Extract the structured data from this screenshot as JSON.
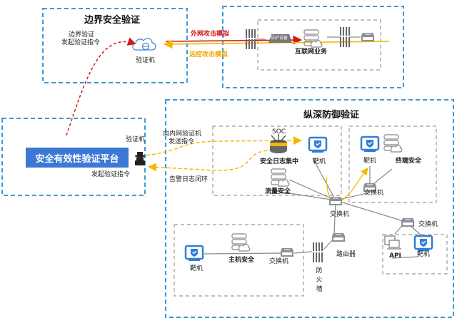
{
  "sections": {
    "border": {
      "title": "边界安全验证",
      "instruction_line1": "边界验证",
      "instruction_line2": "发起验证指令",
      "verifier_label": "验证机"
    },
    "internet": {
      "external_attack": "外网攻击模拟",
      "remote_attack": "远控攻击模拟",
      "protection_device": "防护设备",
      "internet_business": "互联网业务"
    },
    "platform": {
      "title": "安全有效性验证平台",
      "verifier_label": "验证机",
      "send_instruction": "发起验证指令"
    },
    "defense": {
      "title": "纵深防御验证",
      "to_internal_line1": "向内网验证机",
      "to_internal_line2": "发送指令",
      "alert_loop": "告警日志闭环",
      "soc": "SOC",
      "log_collection": "安全日志集中",
      "target1": "靶机",
      "traffic_security": "流量安全",
      "core_switch": "交换机",
      "target2": "靶机",
      "endpoint_security": "终端安全",
      "switch2": "交换机",
      "switch3": "交换机",
      "api": "API",
      "target4": "靶机",
      "router": "路由器",
      "firewall": [
        "防",
        "火",
        "墙"
      ],
      "target3": "靶机",
      "host_security": "主机安全",
      "switch4": "交换机"
    }
  },
  "colors": {
    "frame_blue": "#3a9ad9",
    "platform_blue": "#3b79d4",
    "attack_red": "#d11a1a",
    "remote_orange": "#f5b800",
    "gray_line": "#888888"
  }
}
